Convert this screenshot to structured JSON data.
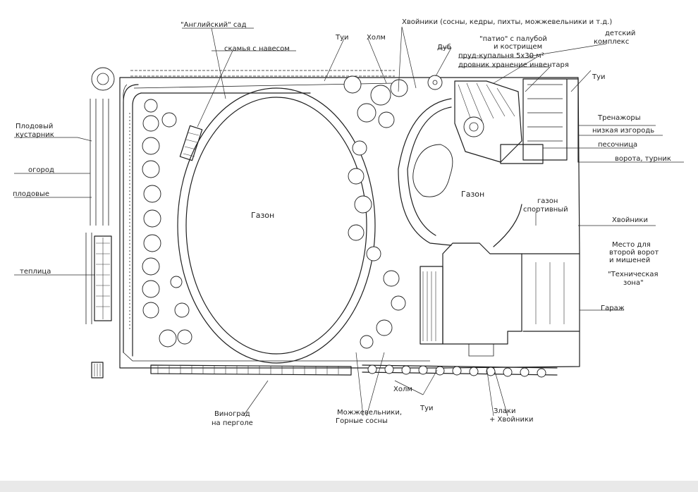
{
  "labels": {
    "english_garden": "\"Английский\" сад",
    "bench_canopy": "скамья с навесом",
    "thujas_top": "Туи",
    "hill_top": "Холм",
    "conifers_full": "Хвойники (сосны, кедры, пихты, можжевельники и т.д.)",
    "patio_1": "\"патио\" с палубой",
    "patio_2": "и кострищем",
    "children_1": "детский",
    "children_2": "комплекс",
    "oak": "Дуб",
    "pool": "пруд-купальня  5x30 м²",
    "storage": "дровник  хранение инвентаря",
    "thujas_right": "Туи",
    "trainers": "Тренажоры",
    "low_hedge": "низкая изгородь",
    "sandbox": "песочница",
    "gates_bar": "ворота, турник",
    "lawn_sport_1": "газон",
    "lawn_sport_2": "спортивный",
    "conifers_right": "Хвойники",
    "parking_1": "Место для",
    "parking_2": "второй ворот",
    "parking_3": "и мишеней",
    "tech_1": "\"Техническая",
    "tech_2": "зона\"",
    "garage": "Гараж",
    "fruit_shrub_1": "Плодовый",
    "fruit_shrub_2": "кустарник",
    "vegetable": "огород",
    "fruit_trees": "плодовые",
    "greenhouse": "теплица",
    "lawn_left": "Газон",
    "lawn_right": "Газон",
    "hill_bottom": "Холм",
    "grape_1": "Виноград",
    "grape_2": "на перголе",
    "junipers_1": "Можжевельники,",
    "junipers_2": "Горные сосны",
    "thujas_bottom": "Туи",
    "grasses_1": "Злаки",
    "grasses_2": "+ Хвойники"
  }
}
